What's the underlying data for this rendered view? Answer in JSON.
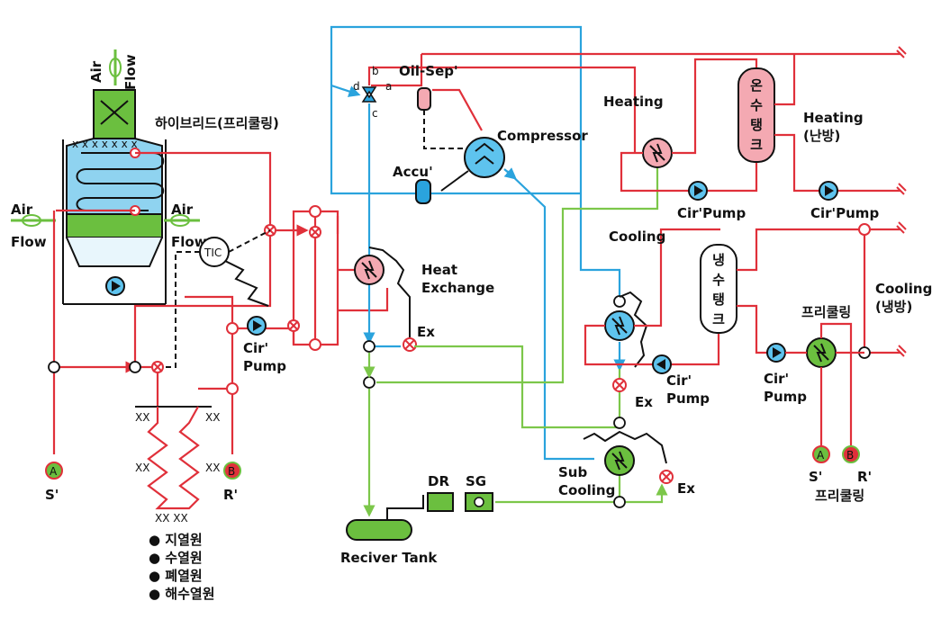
{
  "labels": {
    "hybrid_title": "하이브리드(프리쿨링)",
    "air_top_1": "Air",
    "air_top_2": "Flow",
    "air_left_1": "Air",
    "air_left_2": "Flow",
    "air_right_1": "Air",
    "air_right_2": "Flow",
    "tic": "TIC",
    "cir_pump_left_1": "Cir'",
    "cir_pump_left_2": "Pump",
    "valve_d": "d",
    "valve_b": "b",
    "valve_a": "a",
    "valve_c": "c",
    "oil_sep": "Oil-Sep'",
    "compressor": "Compressor",
    "accu": "Accu'",
    "heat_exchange_1": "Heat",
    "heat_exchange_2": "Exchange",
    "ex_top": "Ex",
    "heating": "Heating",
    "hot_tank": "온수탱크",
    "heating_right_1": "Heating",
    "heating_right_2": "(난방)",
    "cir_pump_heat_1": "Cir'Pump",
    "cir_pump_heat_2": "Cir'Pump",
    "cooling": "Cooling",
    "cold_tank": "냉수탱크",
    "cooling_right_1": "Cooling",
    "cooling_right_2": "(냉방)",
    "free_cooling_top": "프리쿨링",
    "cir_pump_cool_1": "Cir'",
    "cir_pump_cool_2": "Pump",
    "cir_pump_fc_1": "Cir'",
    "cir_pump_fc_2": "Pump",
    "ex_mid": "Ex",
    "ex_low": "Ex",
    "sub_cooling_1": "Sub",
    "sub_cooling_2": "Cooling",
    "dr": "DR",
    "sg": "SG",
    "receiver_tank": "Reciver Tank",
    "conn_a": "A",
    "conn_b": "B",
    "s_prime": "S'",
    "r_prime": "R'",
    "conn_a2": "A",
    "conn_b2": "B",
    "s_prime2": "S'",
    "r_prime2": "R'",
    "free_cooling_bottom": "프리쿨링",
    "sources": [
      "● 지열원",
      "● 수열원",
      "● 폐열원",
      "● 해수열원"
    ]
  },
  "colors": {
    "red_line": "#e0303a",
    "blue_line": "#2aa3dd",
    "green_line": "#7cc74a",
    "tower_green": "#6bbf3f",
    "tower_blue": "#8fd3f0",
    "pink_fill": "#f4a9b2",
    "cyan_fill": "#5ec3ee"
  }
}
